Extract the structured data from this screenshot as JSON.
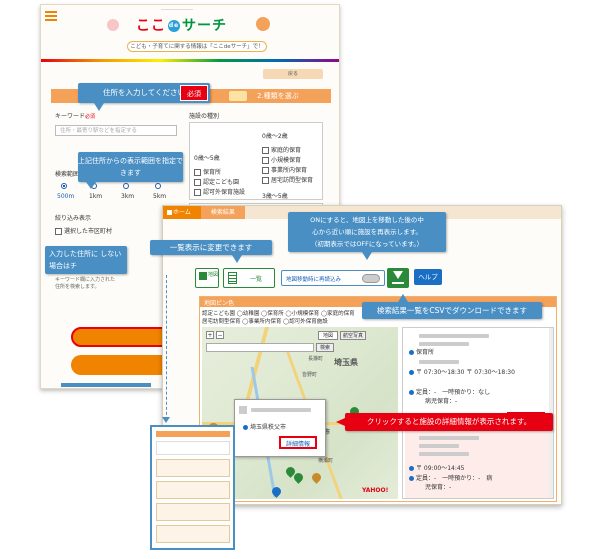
{
  "header": {
    "logo_ko": "ここ",
    "logo_de": "de",
    "logo_search": "サーチ",
    "subtitle": "こども・子育てに関する情報は「ここdeサーチ」で！",
    "back_label": "戻る"
  },
  "search_form": {
    "step2_label": "2.種類を選ぶ",
    "keyword_label": "キーワード",
    "keyword_placeholder": "住所・最寄り駅などを指定する",
    "range_label": "検索範囲",
    "radius_options": [
      "500m",
      "1km",
      "3km",
      "5km"
    ],
    "filter_label": "絞り込み表示",
    "checkbox_label": "選択した市区町村",
    "facility_type_label": "施設の種別",
    "age_group_1": "0歳〜2歳",
    "age_group_2": "0歳〜5歳",
    "age_group_3": "3歳〜5歳",
    "facility_types_left": [
      "保育所",
      "認定こども園",
      "認可外保育施設"
    ],
    "facility_types_right": [
      "家庭的保育",
      "小規模保育",
      "事業所内保育",
      "居宅訪問型保育"
    ],
    "body_text": "キーワード欄に入力された住所を検索します。"
  },
  "callouts": {
    "enter_address": "住所を入力してください",
    "required_badge": "必須",
    "range_tip": "上記住所からの表示範囲を指定できます",
    "list_tip": "一覧表示に変更できます",
    "on_tip_line1": "ONにすると、地図上を移動した後の中",
    "on_tip_line2": "心から近い順に施設を再表示します。",
    "on_tip_line3": "（初期表示ではOFFになっています。）",
    "csv_tip": "検索結果一覧をCSVでダウンロードできます",
    "detail_tip": "クリックすると施設の詳細情報が表示されます。",
    "partial_tip": "入力した住所に しない場合はチ"
  },
  "result_page": {
    "crumb_home": "ホーム",
    "crumb_result": "検索結果",
    "btn_map": "地図",
    "btn_list": "一覧",
    "toggle_label": "地図移動時に再読込み",
    "help": "ヘルプ",
    "legend_title": "地図ピン色",
    "legend_row1": "認定こども園 ◯幼稚園 ◯保育所 ◯小規模保育 ◯家庭的保育",
    "legend_row2": "居宅訪問型保育 ◯事業所内保育 ◯認可外保育施設",
    "map_btn_1": "地図",
    "map_btn_2": "航空写真",
    "map_search_btn": "検索",
    "map_label_1": "埼玉県",
    "map_label_2": "秩父市",
    "map_label_3": "長瀞町",
    "map_label_4": "皆野町",
    "map_label_5": "横瀬町",
    "popup_address": "埼玉県秩父市",
    "detail_button": "詳細情報",
    "provider": "YAHOO!",
    "list_type": "保育所",
    "list_hours_1": "〒 07:30〜18:30 〒 07:30〜18:30",
    "list_capacity_1": "定員：-　一時預かり：なし",
    "list_sick_1": "病児保育：-",
    "list_hours_2": "〒 09:00〜14:45",
    "list_capacity_2": "定員：-　一時預かり：-　病",
    "list_sick_2": "児保育：-"
  }
}
